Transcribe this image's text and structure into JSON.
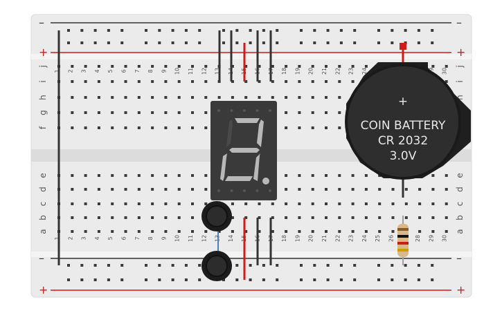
{
  "breadboard": {
    "colors": {
      "board": "#ebebeb",
      "strip": "#f4f4f4",
      "hole": "#3a3a3a",
      "rail_red": "#d11a1a",
      "rail_dark": "#333333"
    },
    "rail_signs": {
      "minus": "–",
      "plus": "+"
    },
    "row_labels_top": [
      "j",
      "i",
      "h",
      "g",
      "f"
    ],
    "row_labels_bottom": [
      "e",
      "d",
      "c",
      "b",
      "a"
    ],
    "column_numbers": [
      "1",
      "2",
      "3",
      "4",
      "5",
      "6",
      "7",
      "8",
      "9",
      "10",
      "11",
      "12",
      "13",
      "14",
      "15",
      "16",
      "17",
      "18",
      "19",
      "20",
      "21",
      "22",
      "23",
      "24",
      "25",
      "26",
      "27",
      "28",
      "29",
      "30"
    ]
  },
  "battery": {
    "plus_symbol": "+",
    "line1": "COIN BATTERY",
    "line2": "CR 2032",
    "line3": "3.0V",
    "color": "#2e2e2e"
  },
  "seven_segment": {
    "color": "#3a3a3a",
    "segments_on": [
      "a",
      "b",
      "c",
      "d",
      "e",
      "g"
    ],
    "decimal_point": true
  },
  "buttons": {
    "count": 2,
    "icon": "pushbutton-icon"
  },
  "resistor": {
    "bands": [
      "#8b5a2b",
      "#111111",
      "#d11a1a",
      "#c9a000"
    ]
  },
  "wires": {
    "red": "#d11a1a",
    "black": "#333333",
    "blue": "#4a7fc1"
  }
}
